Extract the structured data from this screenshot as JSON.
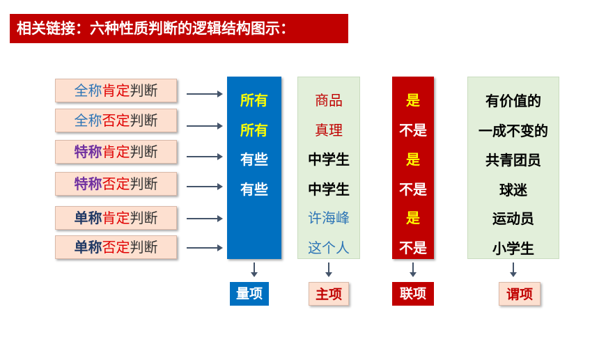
{
  "title": "相关链接：六种性质判断的逻辑结构图示：",
  "judgments": [
    {
      "prefix": "全称",
      "qual": "肯定",
      "suffix": "判断"
    },
    {
      "prefix": "全称",
      "qual": "否定",
      "suffix": "判断"
    },
    {
      "prefix": "特称",
      "qual": "肯定",
      "suffix": "判断"
    },
    {
      "prefix": "特称",
      "qual": "否定",
      "suffix": "判断"
    },
    {
      "prefix": "单称",
      "qual": "肯定",
      "suffix": "判断"
    },
    {
      "prefix": "单称",
      "qual": "否定",
      "suffix": "判断"
    }
  ],
  "quantifier": {
    "items": [
      "所有",
      "所有",
      "有些",
      "有些"
    ],
    "label": "量项"
  },
  "subject": {
    "items": [
      "商品",
      "真理",
      "中学生",
      "中学生",
      "许海峰",
      "这个人"
    ],
    "label": "主项"
  },
  "copula": {
    "items": [
      "是",
      "不是",
      "是",
      "不是",
      "是",
      "不是"
    ],
    "label": "联项"
  },
  "predicate": {
    "items": [
      "有价值的",
      "一成不变的",
      "共青团员",
      "球迷",
      "运动员",
      "小学生"
    ],
    "label": "谓项"
  },
  "colors": {
    "red": "#c00000",
    "blue": "#0070c0",
    "green_bg": "#e2efda",
    "pink_bg": "#fde0d0",
    "yellow": "#ffff00"
  }
}
